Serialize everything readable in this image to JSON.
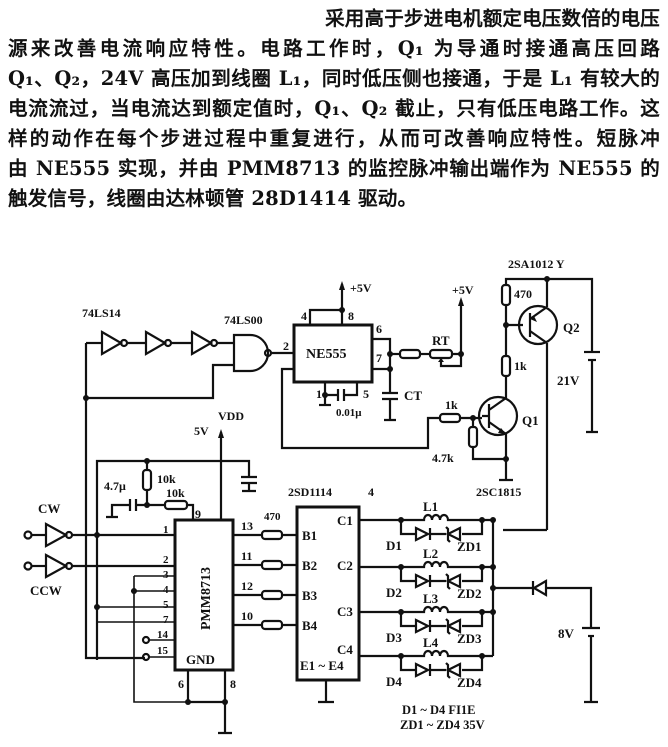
{
  "paragraph": {
    "lines": [
      "采用高于步进电机额定电压数倍的电压",
      "源来改善电流响应特性。电路工作时，Q₁ 为导通时接通高压回路",
      "Q₁、Q₂，24V 高压加到线圈 L₁，同时低压侧也接通，于是 L₁ 有较大的",
      "电流流过，当电流达到额定值时，Q₁、Q₂ 截止，只有低压电路工作。这",
      "样的动作在每个步进过程中重复进行，从而可改善响应特性。短脉冲",
      "由 NE555 实现，并由 PMM8713 的监控脉冲输出端作为 NE555 的",
      "触发信号，线圈由达林顿管 28D1414 驱动。"
    ]
  },
  "schematic": {
    "ics": {
      "inverter_chip": "74LS14",
      "nand_chip": "74LS00",
      "timer": "NE555",
      "controller": "PMM8713",
      "controller_gnd": "GND",
      "darlington": "2SD1114",
      "darlington_count": "4"
    },
    "timer_pins": {
      "p2": "2",
      "p4": "4",
      "p8": "8",
      "p6": "6",
      "p7": "7",
      "p1": "1",
      "p5": "5"
    },
    "supplies": {
      "vplus_555": "+5V",
      "vplus_rt": "+5V",
      "vdd": "VDD",
      "vdd_value": "5V",
      "hv": "21V",
      "lv": "8V"
    },
    "components": {
      "cap_555": "0.01μ",
      "ct": "CT",
      "rt": "RT",
      "r_q1_base": "1k",
      "r_q1_be": "4.7k",
      "r_q2_top": "470",
      "r_q2_mid": "1k",
      "q1": "Q1",
      "q1_part": "2SC1815",
      "q2": "Q2",
      "q2_part": "2SA1012 Y",
      "cap_reset": "4.7μ",
      "r_reset_a": "10k",
      "r_reset_b": "10k",
      "r_base_1": "470"
    },
    "inputs": {
      "cw": "CW",
      "ccw": "CCW"
    },
    "pmm_pins_left": [
      "1",
      "2",
      "3",
      "4",
      "5",
      "7",
      "14",
      "15"
    ],
    "pmm_pin_9": "9",
    "pmm_pins_right": [
      "13",
      "11",
      "12",
      "10"
    ],
    "pmm_pins_bottom": [
      "6",
      "8"
    ],
    "darlington_inputs": [
      "B1",
      "B2",
      "B3",
      "B4"
    ],
    "darlington_outputs": [
      "C1",
      "C2",
      "C3",
      "C4"
    ],
    "darlington_emitter": "E1 ~ E4",
    "coils": [
      "L1",
      "L2",
      "L3",
      "L4"
    ],
    "diodes": [
      "D1",
      "D2",
      "D3",
      "D4"
    ],
    "zeners": [
      "ZD1",
      "ZD2",
      "ZD3",
      "ZD4"
    ],
    "notes": [
      "D1 ~ D4  FI1E",
      "ZD1 ~ ZD4  35V"
    ]
  }
}
